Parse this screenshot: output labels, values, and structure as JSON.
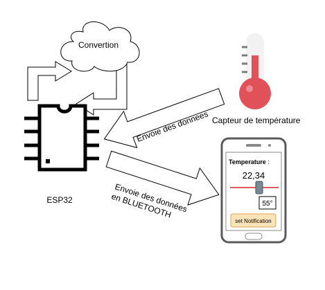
{
  "diagram": {
    "cloud_label": "Convertion",
    "chip_label": "ESP32",
    "sensor_label": "Capteur de température",
    "arrow_sensor_to_chip_label": "Envoie des donnees",
    "arrow_chip_to_phone_label_line1": "Envoie des données",
    "arrow_chip_to_phone_label_line2": "en BLUETOOTH"
  },
  "phone": {
    "title": "Temperature",
    "title_suffix": " :",
    "value": "22,34",
    "slider_value": 0.6,
    "setpoint": "55°",
    "button_label": "set Notification"
  },
  "colors": {
    "thermometer_red": "#e0515a",
    "slider_red": "#e05a5a",
    "button_fill": "#fde4b8",
    "button_border": "#e0a050"
  }
}
